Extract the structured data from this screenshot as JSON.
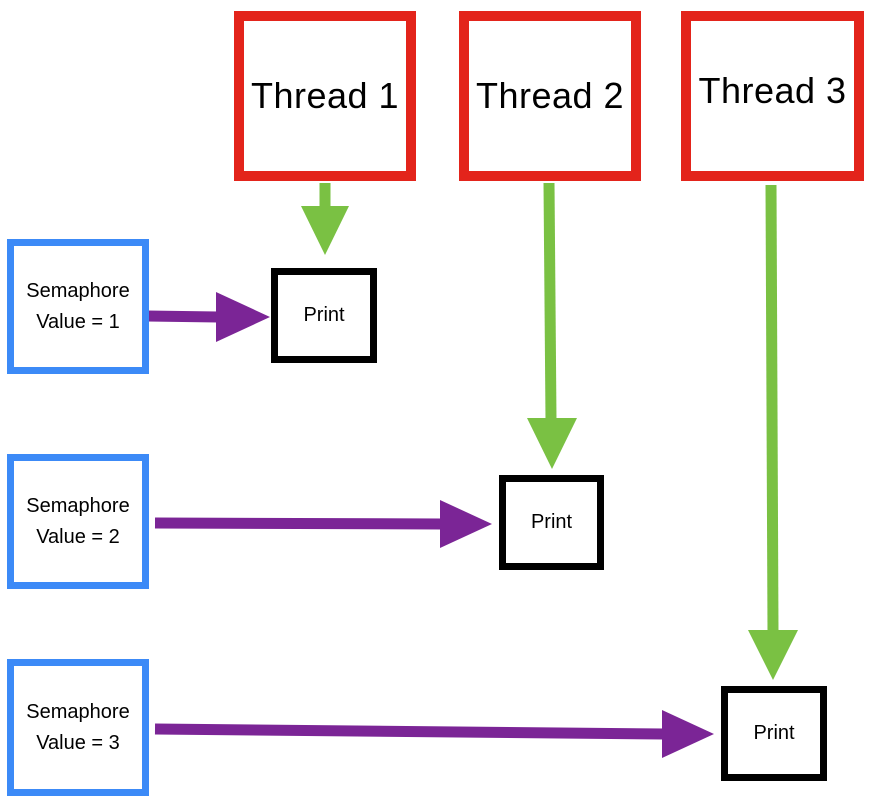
{
  "colors": {
    "thread_border": "#e3241b",
    "semaphore_border": "#3c8af7",
    "print_border": "#000000",
    "thread_arrow": "#7ac143",
    "semaphore_arrow": "#7b2596"
  },
  "threads": [
    {
      "label": "Thread 1"
    },
    {
      "label": "Thread 2"
    },
    {
      "label": "Thread 3"
    }
  ],
  "semaphores": [
    {
      "line1": "Semaphore",
      "line2": "Value = 1"
    },
    {
      "line1": "Semaphore",
      "line2": "Value = 2"
    },
    {
      "line1": "Semaphore",
      "line2": "Value = 3"
    }
  ],
  "prints": [
    {
      "label": "Print"
    },
    {
      "label": "Print"
    },
    {
      "label": "Print"
    }
  ]
}
